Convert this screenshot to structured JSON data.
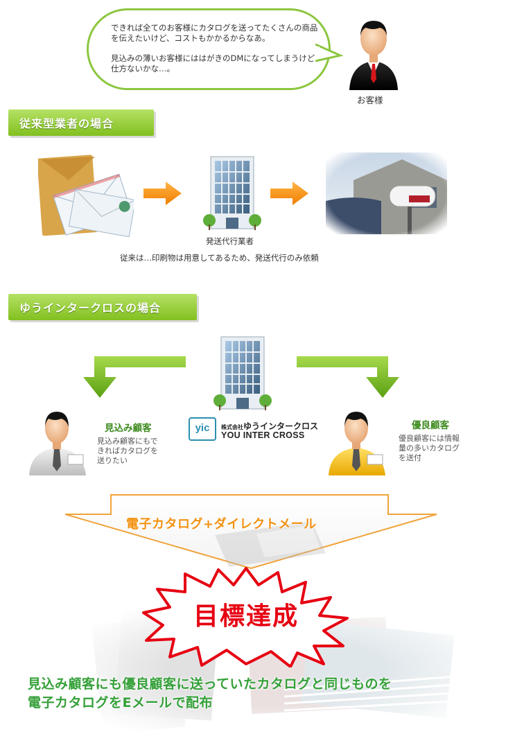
{
  "bubble": {
    "line1": "できれば全てのお客様にカタログを送ってたくさんの商品を伝えたいけど、コストもかかるからなあ。",
    "line2": "見込みの薄いお客様にははがきのDMになってしまうけど仕方ないかな…。"
  },
  "customer_label": "お客様",
  "section1": {
    "title": "従来型業者の場合",
    "building_label": "発送代行業者",
    "caption": "従来は…印刷物は用意してあるため、発送代行のみ依頼"
  },
  "section2": {
    "title": "ゆうインタークロスの場合",
    "logo_small": "株式会社",
    "logo_jp": "ゆうインタークロス",
    "logo_en": "YOU INTER CROSS",
    "logo_mark": "yic",
    "prospect": {
      "title": "見込み顧客",
      "desc": [
        "見込み顧客にもで",
        "きればカタログを",
        "送りたい"
      ]
    },
    "premium": {
      "title": "優良顧客",
      "desc": [
        "優良顧客には情報",
        "量の多いカタログ",
        "を送付"
      ]
    },
    "campaign": "電子カタログ+ダイレクトメール",
    "goal": "目標達成",
    "result_line1": "見込み顧客にも優良顧客に送っていたカタログと同じものを",
    "result_line2": "電子カタログをEメールで配布"
  },
  "colors": {
    "green": "#8cc63f",
    "orange": "#f29111",
    "red": "#e60012"
  }
}
